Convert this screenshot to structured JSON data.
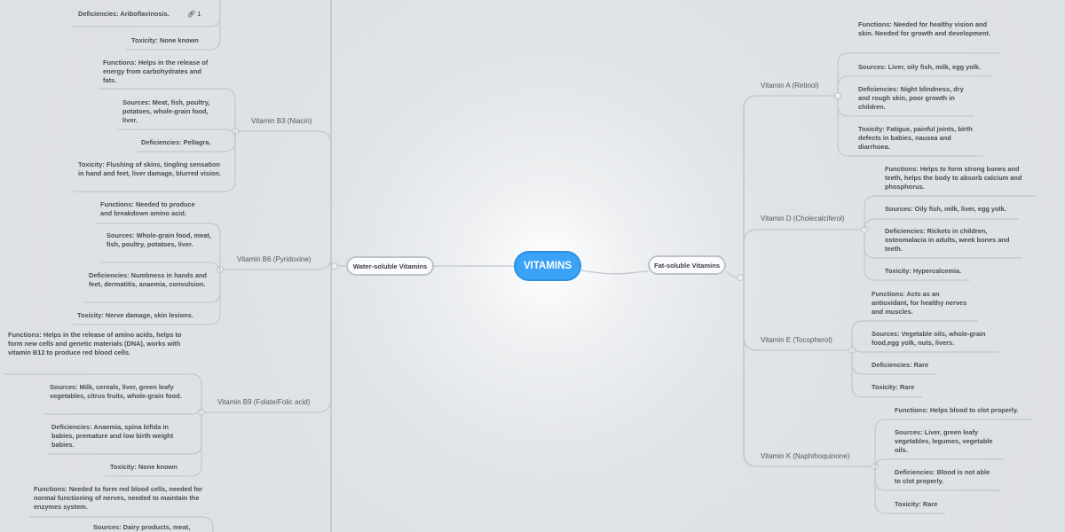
{
  "root": {
    "label": "VITAMINS",
    "color": "#3aa3f7"
  },
  "left": {
    "label": "Water-soluble Vitamins",
    "branches": [
      {
        "label": "",
        "leaves": [
          {
            "text": "Deficiencies: Ariboflavinosis.",
            "link_count": "1",
            "icon": "link-icon"
          },
          {
            "text": "Toxicity: None known"
          }
        ]
      },
      {
        "label": "Vitamin B3 (Niacin)",
        "leaves": [
          {
            "text": "Functions: Helps in the release of energy from carbohydrates and fats."
          },
          {
            "text": "Sources: Meat, fish, poultry, potatoes, whole-grain food, liver."
          },
          {
            "text": "Deficiencies: Pellagra."
          },
          {
            "text": "Toxicity: Flushing of skins, tingling sensation in hand and feet, liver damage, blurred vision."
          }
        ]
      },
      {
        "label": "Vitamin B6 (Pyridoxine)",
        "leaves": [
          {
            "text": "Functions: Needed to produce and breakdown amino acid."
          },
          {
            "text": "Sources: Whole-grain food, meat, fish, poultry, potatoes, liver."
          },
          {
            "text": "Deficiencies: Numbness in hands and feet, dermatitis, anaemia, convulsion."
          },
          {
            "text": "Toxicity: Nerve damage, skin lesions."
          }
        ]
      },
      {
        "label": "Vitamin B9 (Folate/Folic acid)",
        "leaves": [
          {
            "text": "Functions: Helps in the release of amino acids, helps to form new cells and genetic materials (DNA), works with vitamin B12 to produce red blood cells."
          },
          {
            "text": "Sources: Milk, cereals, liver, green leafy vegetables, citrus fruits, whole-grain food."
          },
          {
            "text": "Deficiencies: Anaemia, spina bifida in babies, premature and low birth weight babies."
          },
          {
            "text": "Toxicity: None known"
          }
        ]
      },
      {
        "label": "",
        "leaves": [
          {
            "text": "Functions: Needed to form red blood cells, needed for normal functioning of nerves, needed to maintain the enzymes system."
          },
          {
            "text": "Sources: Dairy products, meat,"
          }
        ]
      }
    ]
  },
  "right": {
    "label": "Fat-soluble Vitamins",
    "branches": [
      {
        "label": "Vitamin A (Retinol)",
        "leaves": [
          {
            "text": "Functions: Needed for healthy vision and skin. Needed for growth and development."
          },
          {
            "text": "Sources: Liver, oily fish, milk, egg yolk."
          },
          {
            "text": "Deficiencies: Night blindness, dry and rough skin, poor growth in children."
          },
          {
            "text": "Toxicity: Fatigue, painful joints, birth defects in babies, nausea and diarrhoea."
          }
        ]
      },
      {
        "label": "Vitamin D (Cholecalciferol)",
        "leaves": [
          {
            "text": "Functions: Helps to form strong bones and teeth, helps the body to absorb calcium and phosphorus."
          },
          {
            "text": "Sources: Oily fish, milk, liver, egg yolk."
          },
          {
            "text": "Deficiencies: Rickets in children, osteomalacia in adults, week bones and teeth."
          },
          {
            "text": "Toxicity: Hypercalcemia."
          }
        ]
      },
      {
        "label": "Vitamin E (Tocopherol)",
        "leaves": [
          {
            "text": "Functions: Acts as an antioxidant, for healthy nerves and muscles."
          },
          {
            "text": "Sources: Vegetable oils, whole-grain food,egg yolk, nuts, livers."
          },
          {
            "text": "Deficiencies: Rare"
          },
          {
            "text": "Toxicity: Rare"
          }
        ]
      },
      {
        "label": "Vitamin K (Naphthoquinone)",
        "leaves": [
          {
            "text": "Functions: Helps blood to clot properly."
          },
          {
            "text": "Sources: Liver, green leafy vegetables, legumes, vegetable oils."
          },
          {
            "text": "Deficiencies: Blood is not able to clot properly."
          },
          {
            "text": "Toxicity: Rare"
          }
        ]
      }
    ]
  }
}
